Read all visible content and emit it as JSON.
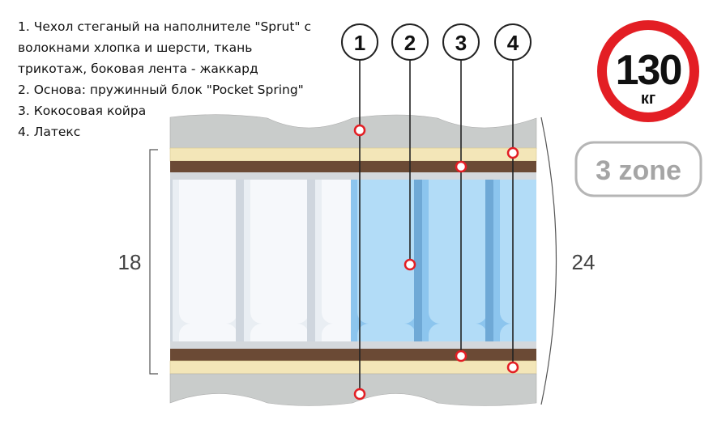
{
  "legend": [
    "1. Чехол стеганый на наполнителе \"Sprut\" с",
    "волокнами хлопка и шерсти, ткань",
    "трикотаж, боковая лента - жаккард",
    "2. Основа:  пружинный блок  \"Pocket Spring\"",
    "3. Кокосовая койра",
    "4. Латекс"
  ],
  "callouts": [
    "1",
    "2",
    "3",
    "4"
  ],
  "dimensions": {
    "inner": "18",
    "total": "24"
  },
  "load_badge": {
    "value": "130",
    "unit": "кг"
  },
  "zone_badge": "3 zone",
  "colors": {
    "accent_red": "#e31e24",
    "latex": "#f3e6b8",
    "coir": "#6b4a35",
    "spring_blue": "#9fd0f2",
    "cover": "#c9cccb"
  }
}
